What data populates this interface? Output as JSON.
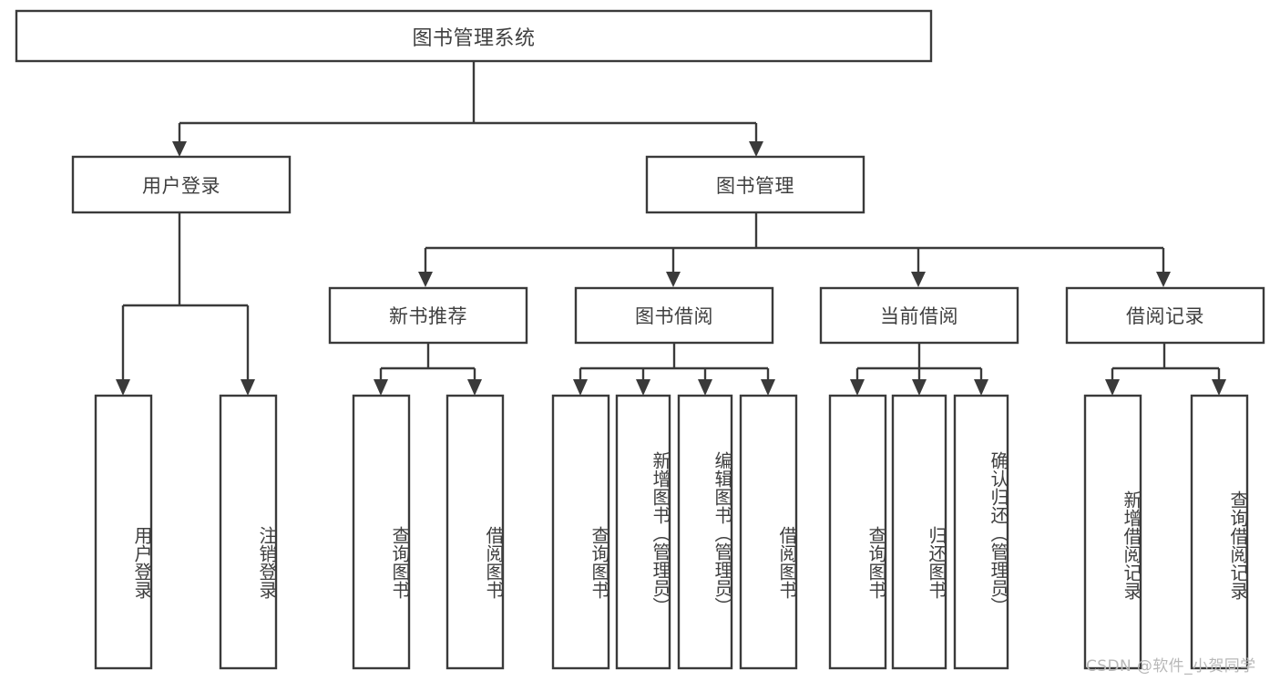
{
  "diagram": {
    "type": "tree-hierarchy",
    "title": "图书管理系统",
    "colors": {
      "stroke": "#3a3a3a",
      "fill": "#ffffff",
      "text": "#3f3f3f",
      "watermark": "#b8b8b8",
      "background": "#ffffff"
    },
    "levels": {
      "root": [
        "图书管理系统"
      ],
      "level2": [
        "用户登录",
        "图书管理"
      ],
      "level3": [
        "新书推荐",
        "图书借阅",
        "当前借阅",
        "借阅记录"
      ],
      "leaves": [
        "用户登录",
        "注销登录",
        "查询图书",
        "借阅图书",
        "查询图书",
        "新增图书（管理员）",
        "编辑图书（管理员）",
        "借阅图书",
        "查询图书",
        "归还图书",
        "确认归还（管理员）",
        "新增借阅记录",
        "查询借阅记录"
      ]
    },
    "nodes": {
      "root": {
        "label": "图书管理系统"
      },
      "user_login": {
        "label": "用户登录"
      },
      "book_manage": {
        "label": "图书管理"
      },
      "new_book_rec": {
        "label": "新书推荐"
      },
      "book_borrow": {
        "label": "图书借阅"
      },
      "current_borrow": {
        "label": "当前借阅"
      },
      "borrow_record": {
        "label": "借阅记录"
      },
      "leaf_user_login": {
        "label": "用户登录"
      },
      "leaf_logout": {
        "label": "注销登录"
      },
      "leaf_query_book_1": {
        "label": "查询图书"
      },
      "leaf_borrow_book_1": {
        "label": "借阅图书"
      },
      "leaf_query_book_2": {
        "label": "查询图书"
      },
      "leaf_add_book": {
        "label": "新增图书（管理员）"
      },
      "leaf_edit_book": {
        "label": "编辑图书（管理员）"
      },
      "leaf_borrow_book_2": {
        "label": "借阅图书"
      },
      "leaf_query_book_3": {
        "label": "查询图书"
      },
      "leaf_return_book": {
        "label": "归还图书"
      },
      "leaf_confirm_return": {
        "label": "确认归还（管理员）"
      },
      "leaf_add_record": {
        "label": "新增借阅记录"
      },
      "leaf_query_record": {
        "label": "查询借阅记录"
      }
    },
    "edges": [
      {
        "from": "root",
        "to": "user_login"
      },
      {
        "from": "root",
        "to": "book_manage"
      },
      {
        "from": "user_login",
        "to": "leaf_user_login"
      },
      {
        "from": "user_login",
        "to": "leaf_logout"
      },
      {
        "from": "book_manage",
        "to": "new_book_rec"
      },
      {
        "from": "book_manage",
        "to": "book_borrow"
      },
      {
        "from": "book_manage",
        "to": "current_borrow"
      },
      {
        "from": "book_manage",
        "to": "borrow_record"
      },
      {
        "from": "new_book_rec",
        "to": "leaf_query_book_1"
      },
      {
        "from": "new_book_rec",
        "to": "leaf_borrow_book_1"
      },
      {
        "from": "book_borrow",
        "to": "leaf_query_book_2"
      },
      {
        "from": "book_borrow",
        "to": "leaf_add_book"
      },
      {
        "from": "book_borrow",
        "to": "leaf_edit_book"
      },
      {
        "from": "book_borrow",
        "to": "leaf_borrow_book_2"
      },
      {
        "from": "current_borrow",
        "to": "leaf_query_book_3"
      },
      {
        "from": "current_borrow",
        "to": "leaf_return_book"
      },
      {
        "from": "current_borrow",
        "to": "leaf_confirm_return"
      },
      {
        "from": "borrow_record",
        "to": "leaf_add_record"
      },
      {
        "from": "borrow_record",
        "to": "leaf_query_record"
      }
    ]
  },
  "watermark": {
    "text": "CSDN @软件_小贺同学"
  }
}
